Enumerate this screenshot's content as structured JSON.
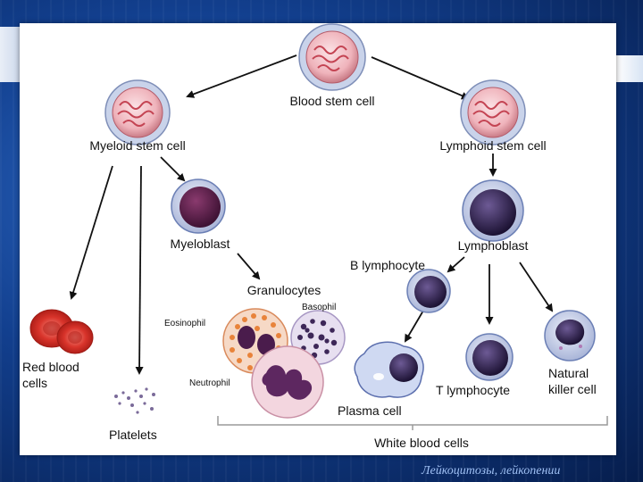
{
  "labels": {
    "blood_stem_cell": "Blood stem cell",
    "myeloid_stem_cell": "Myeloid stem cell",
    "lymphoid_stem_cell": "Lymphoid stem cell",
    "myeloblast": "Myeloblast",
    "lymphoblast": "Lymphoblast",
    "granulocytes": "Granulocytes",
    "b_lymphocyte": "B lymphocyte",
    "eosinophil": "Eosinophil",
    "basophil": "Basophil",
    "neutrophil": "Neutrophil",
    "red_blood_cells_1": "Red blood",
    "red_blood_cells_2": "cells",
    "platelets": "Platelets",
    "plasma_cell": "Plasma cell",
    "t_lymphocyte": "T lymphocyte",
    "natural_killer_1": "Natural",
    "natural_killer_2": "killer cell",
    "white_blood_cells": "White blood cells"
  },
  "footer": "Лейкоцитозы, лейкопении",
  "colors": {
    "stem_cell": "#e7868e",
    "blast_cell": "#5a2448",
    "lymphocyte": "#3c2a55",
    "red_cell": "#d42a24",
    "eosinophil_granules": "#e8833a",
    "neutrophil": "#e9c3cf",
    "slide_background": "#0a2a66"
  }
}
